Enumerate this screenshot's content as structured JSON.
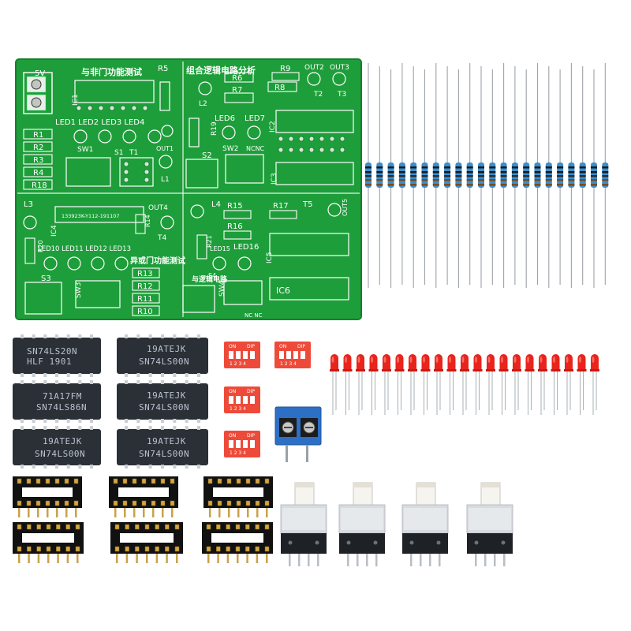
{
  "pcb": {
    "title_top_left": "与非门功能测试",
    "title_top_right": "组合逻辑电路分析",
    "title_bottom_left": "异或门功能测试",
    "title_bottom_right": "与逻辑电路",
    "label_5v": "5V",
    "label_r5": "R5",
    "label_r9": "R9",
    "label_r6": "R6",
    "label_r7": "R7",
    "label_r8": "R8",
    "label_out2": "OUT2",
    "label_out3": "OUT3",
    "label_t2": "T2",
    "label_t3": "T3",
    "label_l2": "L2",
    "label_r19": "R19",
    "label_led6": "LED6",
    "label_led7": "LED7",
    "label_ic2": "IC2",
    "label_sw2": "SW2",
    "label_ncnc_top": "NCNC",
    "label_s2": "S2",
    "label_ic3": "IC3",
    "label_leds_top": "LED1 LED2 LED3 LED4",
    "label_r1": "R1",
    "label_r2": "R2",
    "label_r3": "R3",
    "label_r4": "R4",
    "label_r18": "R18",
    "label_sw1": "SW1",
    "label_s1": "S1",
    "label_t1": "T1",
    "label_out1": "OUT1",
    "label_l1": "L1",
    "label_ic1": "IC1",
    "label_l3": "L3",
    "label_serial": "133923K-Y112-191107",
    "label_out4": "OUT4",
    "label_r14": "R14",
    "label_t4": "T4",
    "label_ic4": "IC4",
    "label_r20": "R20",
    "label_leds_bottom": "LED10 LED11 LED12 LED13",
    "label_s3": "S3",
    "label_sw3": "SW3",
    "label_r13": "R13",
    "label_r12": "R12",
    "label_r11": "R11",
    "label_r10": "R10",
    "label_l4": "L4",
    "label_r15": "R15",
    "label_r17": "R17",
    "label_t5": "T5",
    "label_out5": "OUT5",
    "label_r16": "R16",
    "label_r21": "R21",
    "label_led15": "LED15",
    "label_led16": "LED16",
    "label_ic5": "IC5",
    "label_sw4": "SW4",
    "label_s4": "S4",
    "label_ic6": "IC6",
    "label_ncnc_bottom": "NC NC"
  },
  "chips": [
    {
      "line1": "SN74LS20N",
      "line2": "HLF 1901"
    },
    {
      "line1": "19ATEJK",
      "line2": "SN74LS00N"
    },
    {
      "line1": "71A17FM",
      "line2": "SN74LS86N"
    },
    {
      "line1": "19ATEJK",
      "line2": "SN74LS00N"
    },
    {
      "line1": "19ATEJK",
      "line2": "SN74LS00N"
    },
    {
      "line1": "19ATEJK",
      "line2": "SN74LS00N"
    }
  ],
  "dip_switch": {
    "on_label": "ON",
    "dip_label": "DIP",
    "numbers": "1 2 3 4"
  },
  "colors": {
    "pcb_green": "#1e9e3a",
    "pcb_dark": "#0f7a28",
    "resistor_blue": "#3a8fd0",
    "led_red": "#e8241c",
    "dip_red": "#ee4a3a",
    "chip_black": "#2b2f36",
    "terminal_blue": "#2d6fc4"
  },
  "counts": {
    "resistors": 22,
    "leds": 21,
    "chips": 6,
    "sockets": 6,
    "dip_switches": 4,
    "push_buttons": 4
  }
}
